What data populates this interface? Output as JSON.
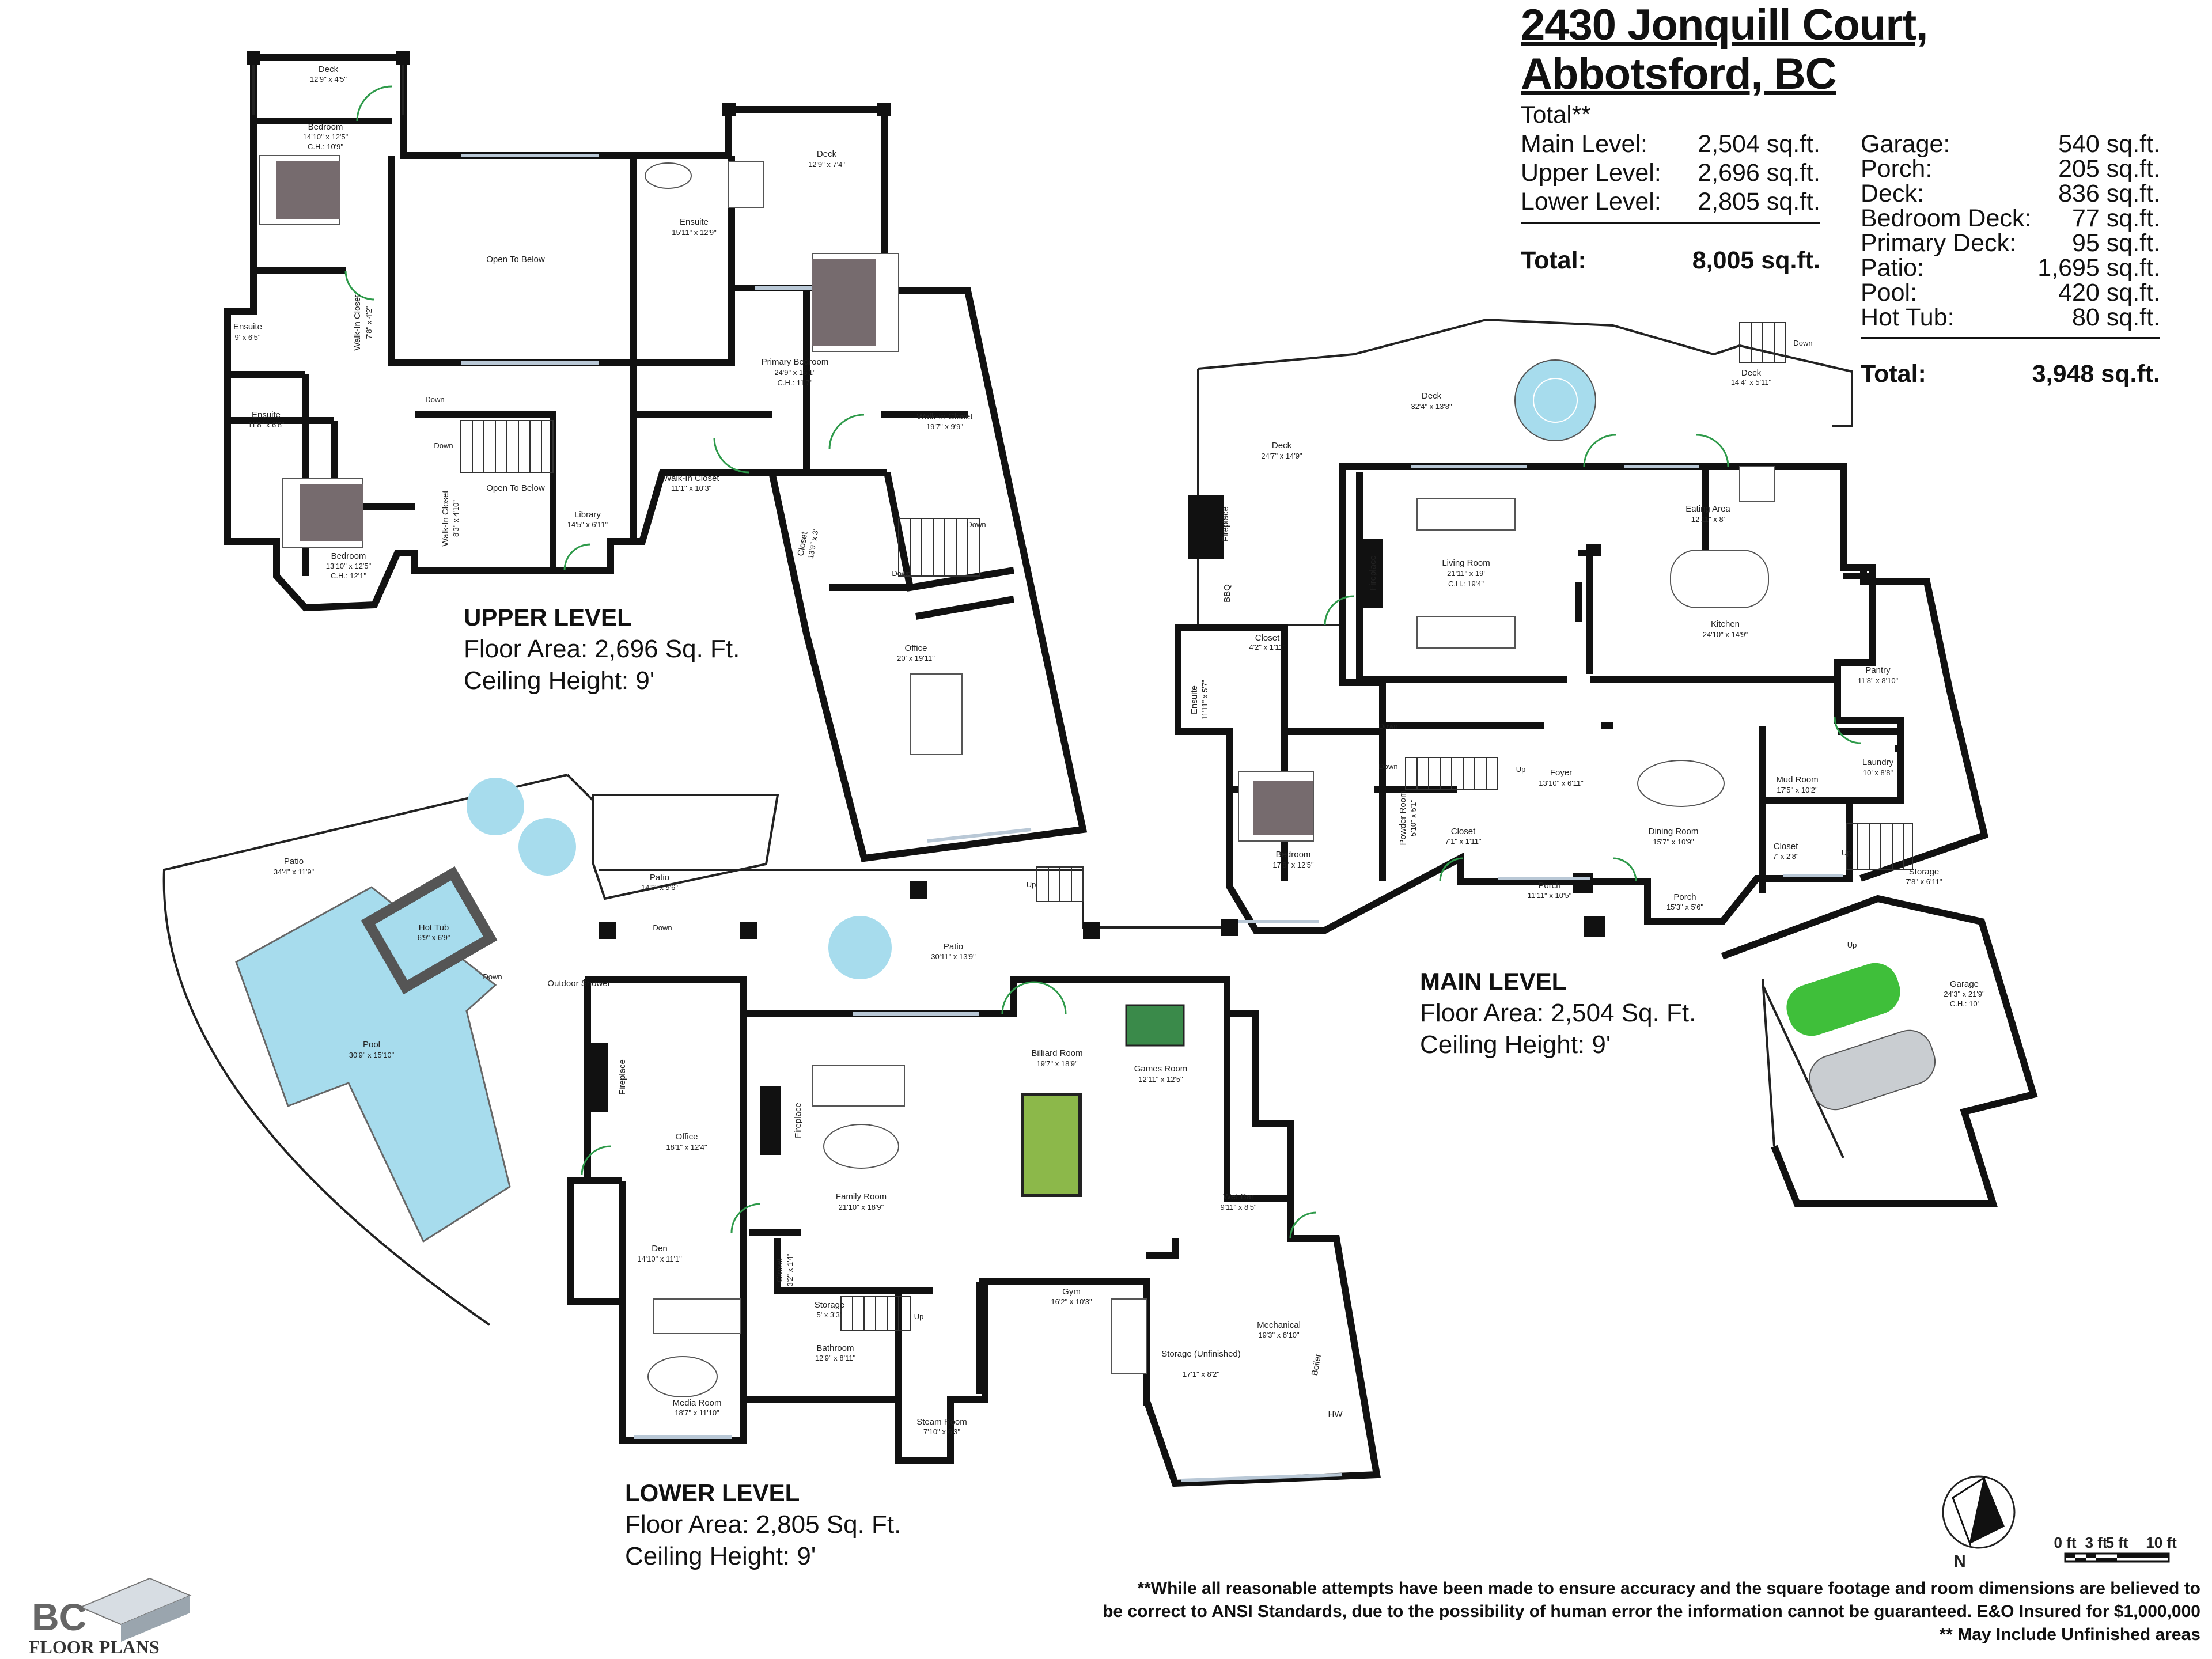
{
  "header": {
    "address_line1": "2430 Jonquill Court,",
    "address_line2": "Abbotsford, BC",
    "total_label": "Total**"
  },
  "living_areas": [
    {
      "label": "Main Level:",
      "value": "2,504 sq.ft."
    },
    {
      "label": "Upper Level:",
      "value": "2,696 sq.ft."
    },
    {
      "label": "Lower Level:",
      "value": "2,805 sq.ft."
    }
  ],
  "living_total": {
    "label": "Total:",
    "value": "8,005 sq.ft."
  },
  "other_areas": [
    {
      "label": "Garage:",
      "value": "540 sq.ft."
    },
    {
      "label": "Porch:",
      "value": "205 sq.ft."
    },
    {
      "label": "Deck:",
      "value": "836 sq.ft."
    },
    {
      "label": "Bedroom Deck:",
      "value": "77 sq.ft."
    },
    {
      "label": "Primary Deck:",
      "value": "95 sq.ft."
    },
    {
      "label": "Patio:",
      "value": "1,695 sq.ft."
    },
    {
      "label": "Pool:",
      "value": "420 sq.ft."
    },
    {
      "label": "Hot Tub:",
      "value": "80 sq.ft."
    }
  ],
  "other_total": {
    "label": "Total:",
    "value": "3,948 sq.ft."
  },
  "levels": {
    "upper": {
      "name": "UPPER LEVEL",
      "area": "Floor Area: 2,696 Sq. Ft.",
      "ceiling": "Ceiling Height: 9'"
    },
    "main": {
      "name": "MAIN LEVEL",
      "area": "Floor Area: 2,504 Sq. Ft.",
      "ceiling": "Ceiling Height: 9'"
    },
    "lower": {
      "name": "LOWER LEVEL",
      "area": "Floor Area: 2,805 Sq. Ft.",
      "ceiling": "Ceiling Height: 9'"
    }
  },
  "rooms": {
    "upper": [
      {
        "name": "Deck",
        "dim": "12'9\" x 4'5\""
      },
      {
        "name": "Bedroom",
        "dim": "14'10\" x 12'5\"",
        "ch": "C.H.: 10'9\""
      },
      {
        "name": "Open To Below",
        "dim": ""
      },
      {
        "name": "Deck",
        "dim": "12'9\" x 7'4\""
      },
      {
        "name": "Ensuite",
        "dim": "15'11\" x 12'9\""
      },
      {
        "name": "Primary Bedroom",
        "dim": "24'9\" x 16'1\"",
        "ch": "C.H.: 11'7\""
      },
      {
        "name": "Walk-In Closet",
        "dim": "7'8\" x 4'2\""
      },
      {
        "name": "Ensuite",
        "dim": "9' x 6'5\""
      },
      {
        "name": "Ensuite",
        "dim": "11'8\" x 6'8\""
      },
      {
        "name": "Open To Below",
        "dim": ""
      },
      {
        "name": "Walk-In Closet",
        "dim": "11'1\" x 10'3\""
      },
      {
        "name": "Walk-In Closet",
        "dim": "19'7\" x 9'9\""
      },
      {
        "name": "Library",
        "dim": "14'5\" x 6'11\""
      },
      {
        "name": "Walk-In Closet",
        "dim": "8'3\" x 4'10\""
      },
      {
        "name": "Bedroom",
        "dim": "13'10\" x 12'5\"",
        "ch": "C.H.: 12'1\""
      },
      {
        "name": "Closet",
        "dim": "13'9\" x 3'"
      },
      {
        "name": "Office",
        "dim": "20' x 19'11\""
      }
    ],
    "main": [
      {
        "name": "Deck",
        "dim": "32'4\" x 13'8\""
      },
      {
        "name": "Deck",
        "dim": "14'4\" x 5'11\""
      },
      {
        "name": "Deck",
        "dim": "24'7\" x 14'9\""
      },
      {
        "name": "Eating Area",
        "dim": "12'11\" x 8'"
      },
      {
        "name": "Living Room",
        "dim": "21'11\" x 19'",
        "ch": "C.H.: 19'4\""
      },
      {
        "name": "Kitchen",
        "dim": "24'10\" x 14'9\""
      },
      {
        "name": "Closet",
        "dim": "4'2\" x 1'11\""
      },
      {
        "name": "Ensuite",
        "dim": "11'11\" x 5'7\""
      },
      {
        "name": "Pantry",
        "dim": "11'8\" x 8'10\""
      },
      {
        "name": "Foyer",
        "dim": "13'10\" x 6'11\""
      },
      {
        "name": "Powder Room",
        "dim": "5'10\" x 5'1\""
      },
      {
        "name": "Mud Room",
        "dim": "17'5\" x 10'2\""
      },
      {
        "name": "Laundry",
        "dim": "10' x 8'8\""
      },
      {
        "name": "Bedroom",
        "dim": "17'8\" x 12'5\""
      },
      {
        "name": "Closet",
        "dim": "7'1\" x 1'11\""
      },
      {
        "name": "Dining Room",
        "dim": "15'7\" x 10'9\""
      },
      {
        "name": "Closet",
        "dim": "7' x 2'8\""
      },
      {
        "name": "Storage",
        "dim": "7'8\" x 6'11\""
      },
      {
        "name": "Porch",
        "dim": "11'11\" x 10'5\""
      },
      {
        "name": "Porch",
        "dim": "15'3\" x 5'6\""
      },
      {
        "name": "Garage",
        "dim": "24'3\" x 21'9\"",
        "ch": "C.H.: 10'"
      }
    ],
    "lower": [
      {
        "name": "Patio",
        "dim": "34'4\" x 11'9\""
      },
      {
        "name": "Hot Tub",
        "dim": "6'9\" x 6'9\""
      },
      {
        "name": "Patio",
        "dim": "14'3\" x 9'6\""
      },
      {
        "name": "Patio",
        "dim": "30'11\" x 13'9\""
      },
      {
        "name": "Pool",
        "dim": "30'9\" x 15'10\""
      },
      {
        "name": "Outdoor Shower",
        "dim": ""
      },
      {
        "name": "Office",
        "dim": "18'1\" x 12'4\""
      },
      {
        "name": "Billiard Room",
        "dim": "19'7\" x 18'9\""
      },
      {
        "name": "Games Room",
        "dim": "12'11\" x 12'5\""
      },
      {
        "name": "Family Room",
        "dim": "21'10\" x 18'9\""
      },
      {
        "name": "Wet Bar",
        "dim": "9'11\" x 8'5\""
      },
      {
        "name": "Den",
        "dim": "14'10\" x 11'1\""
      },
      {
        "name": "Closet",
        "dim": "3'2\" x 1'4\""
      },
      {
        "name": "Gym",
        "dim": "16'2\" x 10'3\""
      },
      {
        "name": "Storage",
        "dim": "5' x 3'3\""
      },
      {
        "name": "Mechanical",
        "dim": "19'3\" x 8'10\""
      },
      {
        "name": "Bathroom",
        "dim": "12'9\" x 8'11\""
      },
      {
        "name": "Storage (Unfinished)",
        "dim": "17'1\" x 8'2\""
      },
      {
        "name": "Media Room",
        "dim": "18'7\" x 11'10\""
      },
      {
        "name": "Steam Room",
        "dim": "7'10\" x 6'3\""
      }
    ]
  },
  "fixtures": {
    "fireplace": "Fireplace",
    "bbq": "BBQ",
    "down": "Down",
    "up": "Up",
    "boiler": "Boiler",
    "hw": "HW"
  },
  "scale": {
    "labels": [
      "0 ft",
      "3 ft",
      "5 ft",
      "10 ft"
    ],
    "north": "N"
  },
  "disclaimer": {
    "line1": "**While all reasonable attempts have been made to ensure accuracy and the square footage and room dimensions are believed to",
    "line2": "be correct to ANSI Standards, due to the possibility of human error the information cannot be guaranteed. E&O Insured for $1,000,000",
    "line3": "** May Include Unfinished areas"
  },
  "logo": {
    "line1": "BC",
    "line2": "FLOOR PLANS"
  },
  "colors": {
    "pool": "#a7dced",
    "door": "#2e9a4a",
    "green_car": "#3fbf3a",
    "billiard": "#8cb84a",
    "wall": "#111111"
  }
}
